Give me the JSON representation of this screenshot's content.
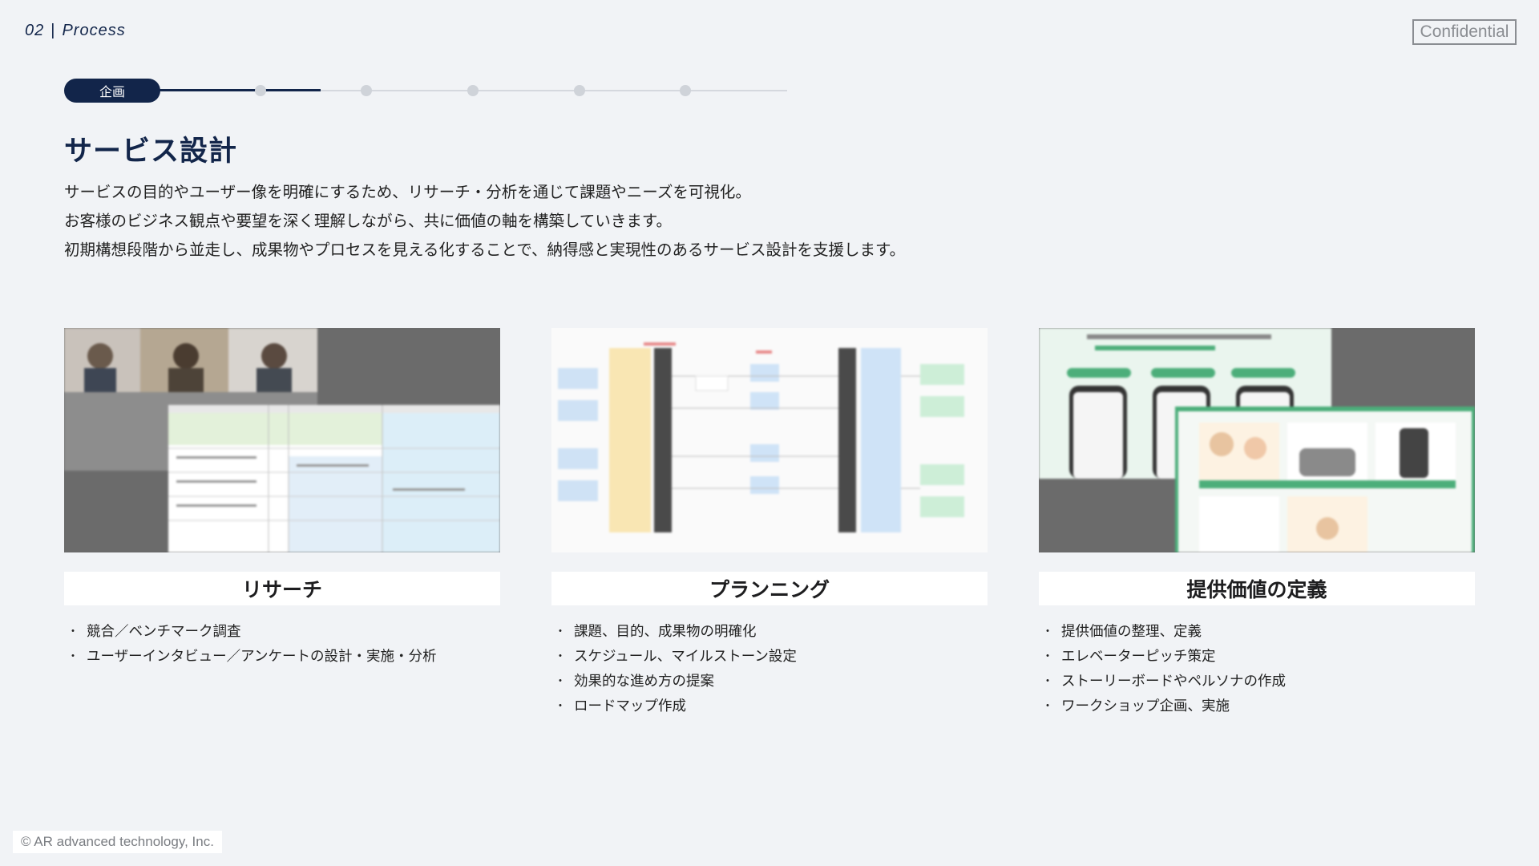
{
  "header": {
    "section_number": "02",
    "separator": "|",
    "section_name": "Process",
    "confidential": "Confidential"
  },
  "stepper": {
    "active_label": "企画",
    "total_steps": 6,
    "active_index": 0
  },
  "page": {
    "title": "サービス設計",
    "description": [
      "サービスの目的やユーザー像を明確にするため、リサーチ・分析を通じて課題やニーズを可視化。",
      "お客様のビジネス観点や要望を深く理解しながら、共に価値の軸を構築していきます。",
      "初期構想段階から並走し、成果物やプロセスを見える化することで、納得感と実現性のあるサービス設計を支援します。"
    ]
  },
  "cards": [
    {
      "title": "リサーチ",
      "image": "research-screenshot",
      "items": [
        "競合／ベンチマーク調査",
        "ユーザーインタビュー／アンケートの設計・実施・分析"
      ]
    },
    {
      "title": "プランニング",
      "image": "planning-diagram",
      "items": [
        "課題、目的、成果物の明確化",
        "スケジュール、マイルストーン設定",
        "効果的な進め方の提案",
        "ロードマップ作成"
      ]
    },
    {
      "title": "提供価値の定義",
      "image": "value-definition-screens",
      "items": [
        "提供価値の整理、定義",
        "エレベーターピッチ策定",
        "ストーリーボードやペルソナの作成",
        "ワークショップ企画、実施"
      ]
    }
  ],
  "footer": {
    "copyright": "© AR advanced technology, Inc."
  },
  "colors": {
    "navy": "#12254a",
    "background": "#f1f3f6",
    "accent_green": "#4cae7a"
  }
}
